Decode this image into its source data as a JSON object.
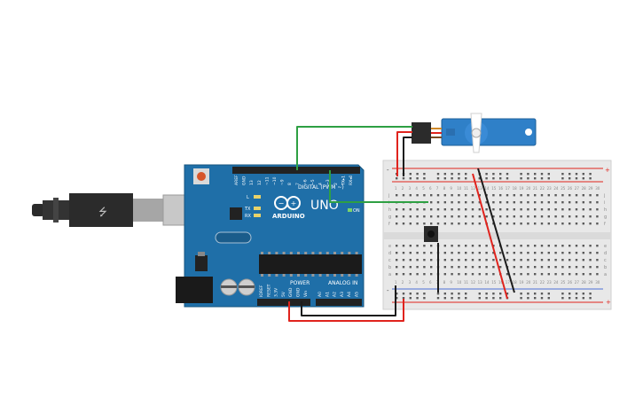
{
  "arduino": {
    "brand": "ARDUINO",
    "model": "UNO",
    "on_label": "ON",
    "digital_label": "DIGITAL (PWM ~)",
    "power_label": "POWER",
    "analog_label": "ANALOG IN",
    "tx_label": "TX",
    "rx_label": "RX",
    "l_label": "L",
    "digital_pins": [
      "AREF",
      "GND",
      "13",
      "12",
      "~11",
      "~10",
      "~9",
      "8",
      "7",
      "~6",
      "~5",
      "4",
      "~3",
      "2",
      "TX▸1",
      "RX◂0"
    ],
    "power_pins": [
      "IOREF",
      "RESET",
      "3.3V",
      "5V",
      "GND",
      "GND",
      "Vin"
    ],
    "analog_pins": [
      "A0",
      "A1",
      "A2",
      "A3",
      "A4",
      "A5"
    ]
  },
  "breadboard": {
    "row_labels_top": [
      "j",
      "i",
      "h",
      "g",
      "f"
    ],
    "row_labels_bottom": [
      "e",
      "d",
      "c",
      "b",
      "a"
    ],
    "column_count": 30,
    "rail_plus": "+",
    "rail_minus": "-"
  },
  "colors": {
    "board": "#1f6fa8",
    "board_dark": "#17557f",
    "breadboard": "#e8e8e8",
    "wire_green": "#2ea043",
    "wire_red": "#e0231d",
    "wire_black": "#1c1c1c",
    "servo": "#2f80c8",
    "usb": "#2b2b2b"
  }
}
